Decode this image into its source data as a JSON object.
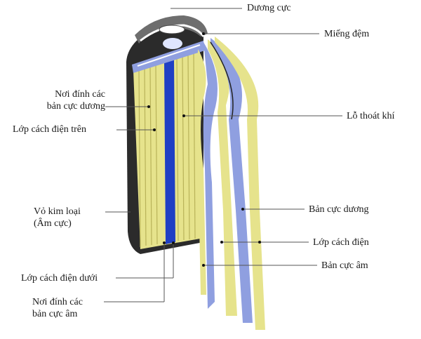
{
  "labels": {
    "positive_terminal": "Dương cực",
    "gasket": "Miếng đệm",
    "positive_tab_line1": "Nơi đính các",
    "positive_tab_line2": "bản cực dương",
    "top_insulator": "Lớp cách điện trên",
    "vent": "Lỗ thoát khí",
    "can_line1": "Vỏ kim loại",
    "can_line2": "(Âm cực)",
    "positive_plate": "Bản cực dương",
    "separator": "Lớp cách điện",
    "negative_plate": "Bản cực âm",
    "bottom_insulator": "Lớp cách điện dưới",
    "negative_tab_line1": "Nơi đính các",
    "negative_tab_line2": "bản cực âm"
  },
  "colors": {
    "yellow": "#e6e38c",
    "blue": "#8f9fe0",
    "deep_blue": "#1f3fc4",
    "casing": "#2b2b2b",
    "cap": "#6e6e6e"
  }
}
